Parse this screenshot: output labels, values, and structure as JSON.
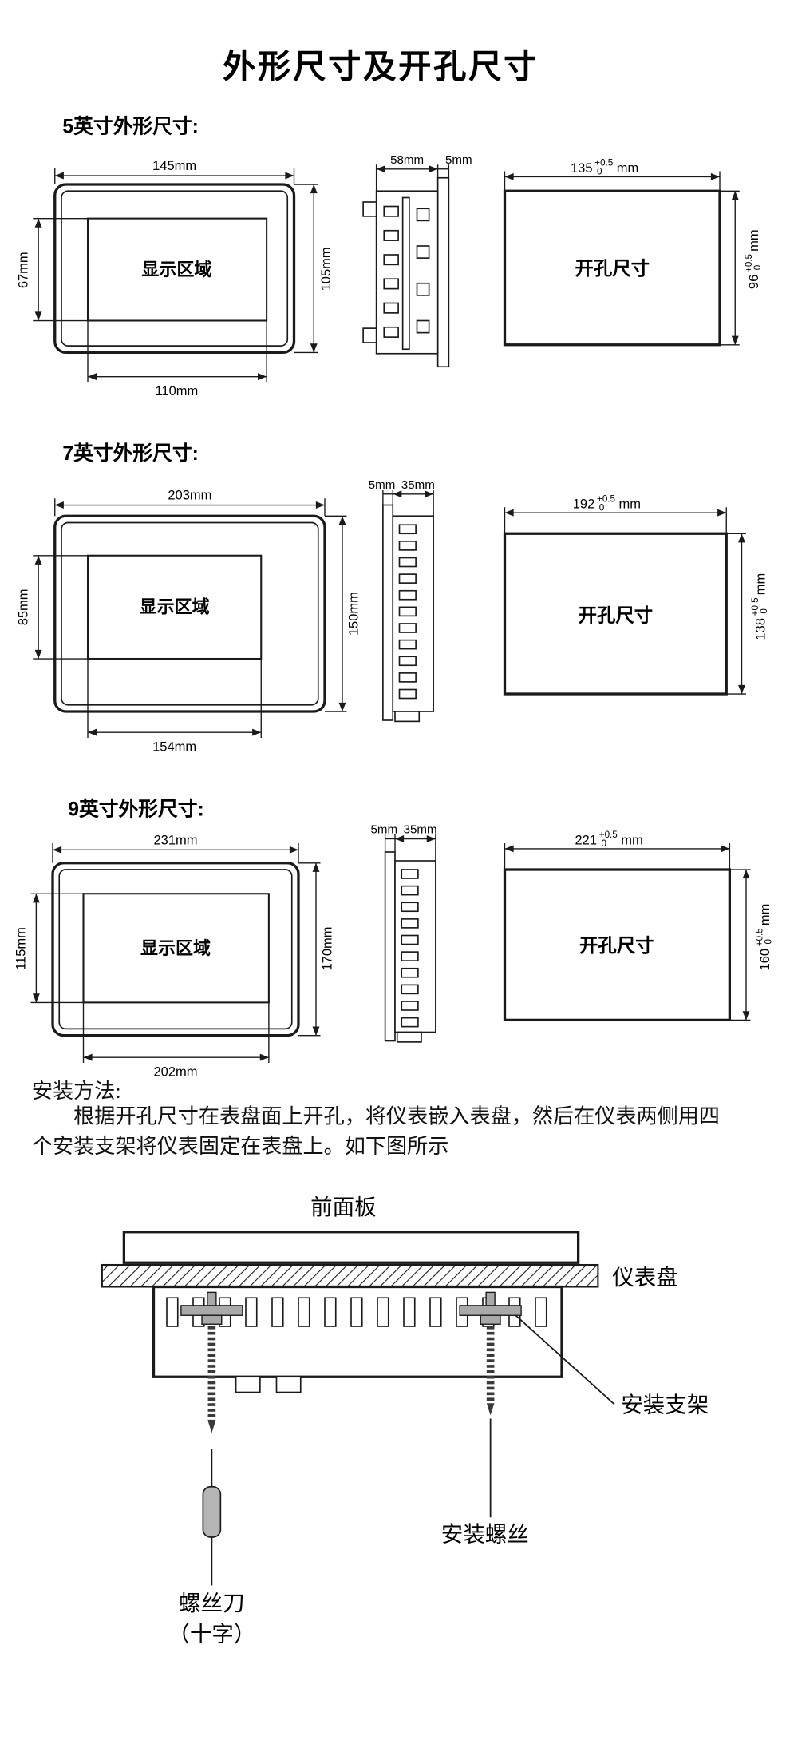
{
  "title": "外形尺寸及开孔尺寸",
  "sections": [
    {
      "heading": "5英寸外形尺寸:",
      "front": {
        "display": "显示区域",
        "top": "145mm",
        "bottom": "110mm",
        "left": "67mm",
        "right": "105mm"
      },
      "side": {
        "dim1": "58mm",
        "dim2": "5mm"
      },
      "cutout": {
        "label": "开孔尺寸",
        "w": "135",
        "w_sup": "+0.5",
        "w_sub": "0",
        "w_unit": "mm",
        "h": "96",
        "h_sup": "+0.5",
        "h_sub": "0",
        "h_unit": "mm"
      }
    },
    {
      "heading": "7英寸外形尺寸:",
      "front": {
        "display": "显示区域",
        "top": "203mm",
        "bottom": "154mm",
        "left": "85mm",
        "right": "150mm"
      },
      "side": {
        "dim1": "5mm",
        "dim2": "35mm"
      },
      "cutout": {
        "label": "开孔尺寸",
        "w": "192",
        "w_sup": "+0.5",
        "w_sub": "0",
        "w_unit": "mm",
        "h": "138",
        "h_sup": "+0.5",
        "h_sub": "0",
        "h_unit": "mm"
      }
    },
    {
      "heading": "9英寸外形尺寸:",
      "front": {
        "display": "显示区域",
        "top": "231mm",
        "bottom": "202mm",
        "left": "115mm",
        "right": "170mm"
      },
      "side": {
        "dim1": "5mm",
        "dim2": "35mm"
      },
      "cutout": {
        "label": "开孔尺寸",
        "w": "221",
        "w_sup": "+0.5",
        "w_sub": "0",
        "w_unit": "mm",
        "h": "160",
        "h_sup": "+0.5",
        "h_sub": "0",
        "h_unit": "mm"
      }
    }
  ],
  "install": {
    "heading": "安装方法:",
    "body": "根据开孔尺寸在表盘面上开孔，将仪表嵌入表盘，然后在仪表两侧用四个安装支架将仪表固定在表盘上。如下图所示",
    "labels": {
      "front_panel": "前面板",
      "panel": "仪表盘",
      "bracket": "安装支架",
      "screw": "安装螺丝",
      "screwdriver_line1": "螺丝刀",
      "screwdriver_line2": "（十字）"
    }
  }
}
